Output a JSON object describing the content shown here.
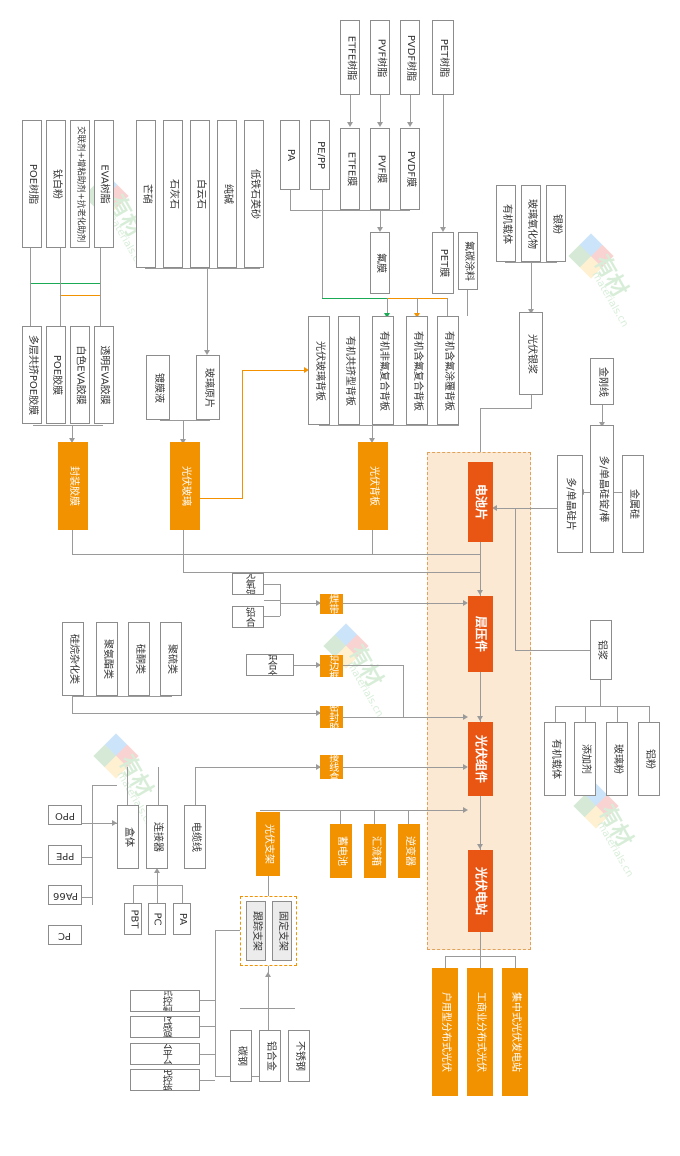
{
  "core": {
    "cell": "电池片",
    "laminate": "层压件",
    "module": "光伏组件",
    "station": "光伏电站"
  },
  "level2": {
    "encap": "封装胶膜",
    "glass": "光伏玻璃",
    "backsheet": "光伏背板",
    "ribbon": "焊带",
    "frame": "铝边框",
    "sealant": "密封胶",
    "jbox": "接线盒",
    "bracket": "光伏支架",
    "battery": "蓄电池",
    "combiner": "汇流箱",
    "inverter": "逆变器"
  },
  "encap_inputs": [
    "POE树脂",
    "钛白粉",
    "交联剂+增粘助剂+抗老化助剂",
    "EVA树脂"
  ],
  "encap_films": [
    "多层共挤POE胶膜",
    "POE胶膜",
    "白色EVA胶膜",
    "透明EVA胶膜"
  ],
  "glass_inputs": [
    "芒硝",
    "石灰石",
    "白云石",
    "纯碱",
    "低铁石英砂"
  ],
  "glass_mid": [
    "镀膜液",
    "玻璃原片"
  ],
  "resins": [
    "ETFE树脂",
    "PVF树脂",
    "PVDF树脂",
    "PET树脂"
  ],
  "films": [
    "PA",
    "PE/PP",
    "ETFE膜",
    "PVF膜",
    "PVDF膜"
  ],
  "backsheet_mid": [
    "氟膜",
    "PET膜",
    "氟碳涂料"
  ],
  "backsheets": [
    "光伏玻璃背板",
    "有机共挤型背板",
    "有机非氟复合背板",
    "有机含氟复合背板",
    "有机含氟涂覆背板"
  ],
  "paste_inputs": [
    "有机载体",
    "玻璃氧化物",
    "银粉"
  ],
  "paste": "光伏银浆",
  "silicon": [
    "金刚线",
    "金属硅",
    "多/单晶硅锭/棒",
    "多/单晶硅片"
  ],
  "ribbon_inputs": [
    "无氧铜",
    "锡铅合金"
  ],
  "frame_inputs": [
    "铝合金"
  ],
  "sealant_inputs": [
    "硅烷杂化类",
    "聚氨酯类",
    "硅酮类",
    "聚硫类"
  ],
  "al_paste": "铝浆",
  "al_paste_inputs": [
    "有机载体",
    "添加剂",
    "玻璃粉",
    "铝粉"
  ],
  "jbox_parts": [
    "盒体",
    "连接器",
    "电缆线"
  ],
  "box_materials": [
    "PPO",
    "PPE",
    "PA66",
    "PC"
  ],
  "connector_materials": [
    "PBT",
    "PC",
    "PA"
  ],
  "bracket_types": [
    "跟踪支架",
    "固定支架"
  ],
  "tracker_inputs": [
    "通讯控制箱",
    "传感器",
    "云平台",
    "电控箱"
  ],
  "fixed_inputs": [
    "碳钢",
    "铝合金",
    "不锈钢"
  ],
  "applications": [
    "户用型分布式光伏",
    "工商业分布式光伏",
    "集中式光伏发电站"
  ],
  "watermark": {
    "brand": "有材",
    "site": "materials.cn"
  }
}
